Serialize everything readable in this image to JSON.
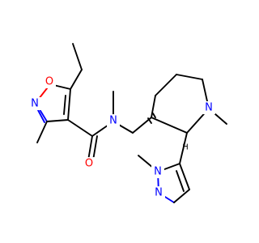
{
  "molecule": {
    "atoms": {
      "o_ring": "O",
      "n_ring": "N",
      "o_amide": "O",
      "n_amide": "N",
      "n_pip": "N",
      "h_stereo": "H",
      "n_imid_me": "N",
      "n_imid": "N"
    }
  },
  "colors": {
    "bond": "#000000",
    "oxygen": "#ff0000",
    "nitrogen": "#0000ff",
    "background": "#ffffff"
  }
}
